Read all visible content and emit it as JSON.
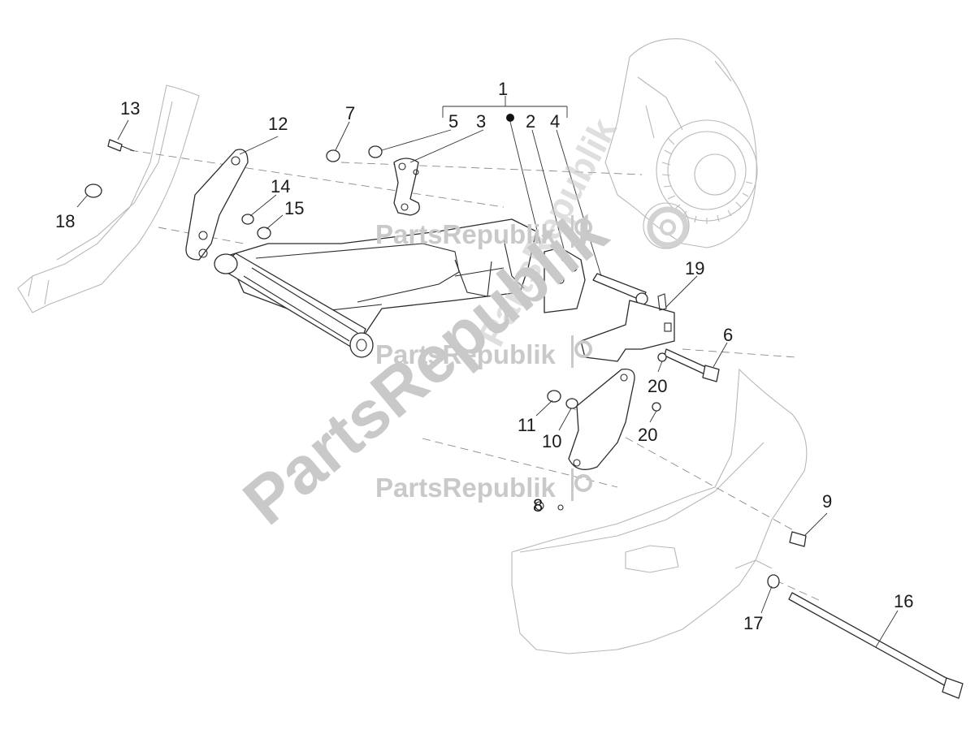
{
  "watermark": {
    "brand": "PartsRepublik"
  },
  "callouts": {
    "c1": "1",
    "c2": "2",
    "c3": "3",
    "c4": "4",
    "c5": "5",
    "c6": "6",
    "c7": "7",
    "c8": "8",
    "c9": "9",
    "c10": "10",
    "c11": "11",
    "c12": "12",
    "c13": "13",
    "c14": "14",
    "c15": "15",
    "c16": "16",
    "c17": "17",
    "c18": "18",
    "c19": "19",
    "c20a": "20",
    "c20b": "20"
  },
  "colors": {
    "line": "#2b2b2b",
    "ghost": "#b8b8b8",
    "watermark": "#c9c9c9"
  }
}
